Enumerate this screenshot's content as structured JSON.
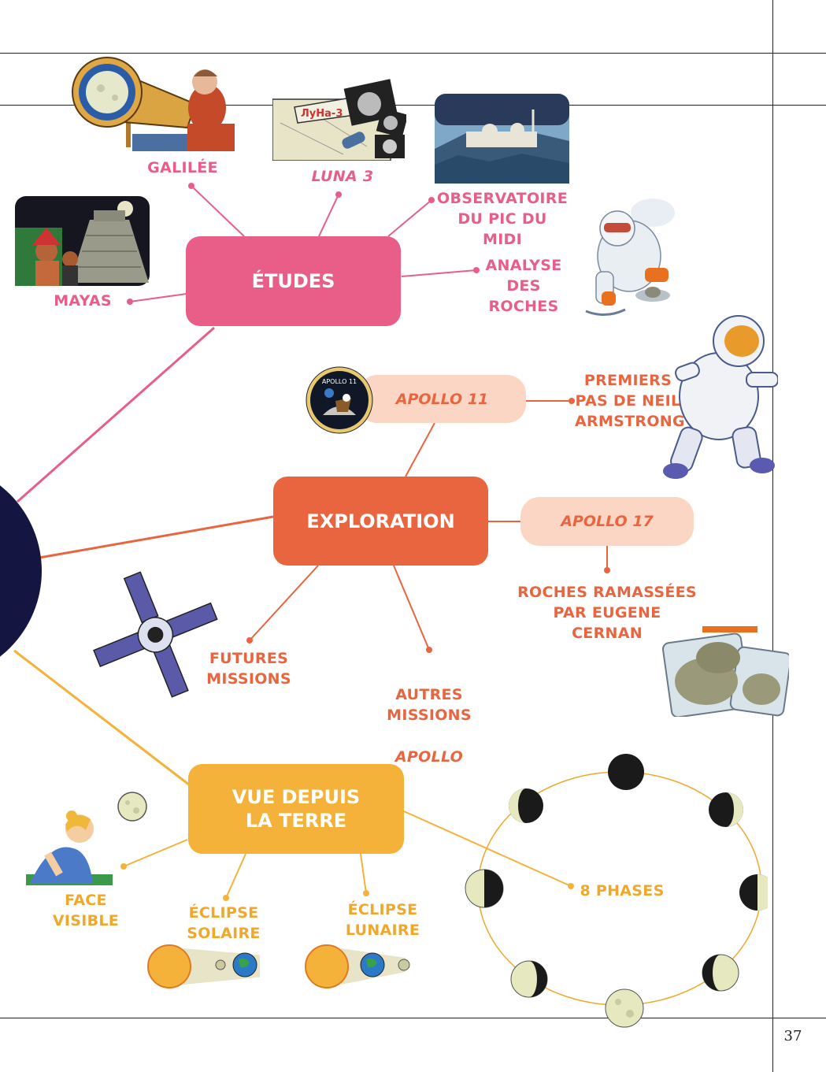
{
  "page_number": "37",
  "colors": {
    "pink": "#e85e88",
    "orange": "#e8653f",
    "yellow": "#f5b23a",
    "peach": "#fbd6c5",
    "navy": "#141540"
  },
  "hubs": {
    "etudes": "ÉTUDES",
    "exploration": "EXPLORATION",
    "vue": "VUE DEPUIS\nLA TERRE"
  },
  "pills": {
    "apollo11": "APOLLO 11",
    "apollo17": "APOLLO 17"
  },
  "labels": {
    "galilee": "GALILÉE",
    "luna3": "LUNA 3",
    "observatoire": "OBSERVATOIRE\nDU PIC DU MIDI",
    "analyse": "ANALYSE\nDES ROCHES",
    "mayas": "MAYAS",
    "premiers_pas": "PREMIERS\nPAS DE NEIL\nARMSTRONG",
    "roches": "ROCHES RAMASSÉES\nPAR EUGENE CERNAN",
    "futures": "FUTURES MISSIONS",
    "autres_line1": "AUTRES MISSIONS",
    "autres_line2": "APOLLO",
    "face_visible": "FACE\nVISIBLE",
    "eclipse_solaire": "ÉCLIPSE\nSOLAIRE",
    "eclipse_lunaire": "ÉCLIPSE\nLUNAIRE",
    "phases": "8 PHASES"
  },
  "illustrations": {
    "luna_sign": "ЛуНа-3",
    "apollo_patch": "APOLLO 11"
  },
  "icons": {
    "telescope": "telescope-illustration",
    "luna_photos": "luna3-photos-illustration",
    "observatory": "observatory-illustration",
    "mayan_pyramid": "mayan-pyramid-illustration",
    "scientist": "scientist-illustration",
    "astronaut": "astronaut-illustration",
    "rock_bags": "rock-bags-illustration",
    "satellite": "satellite-illustration",
    "girl": "girl-looking-at-moon-illustration",
    "solar_eclipse": "solar-eclipse-illustration",
    "lunar_eclipse": "lunar-eclipse-illustration",
    "moon_phases": "moon-phases-illustration"
  }
}
